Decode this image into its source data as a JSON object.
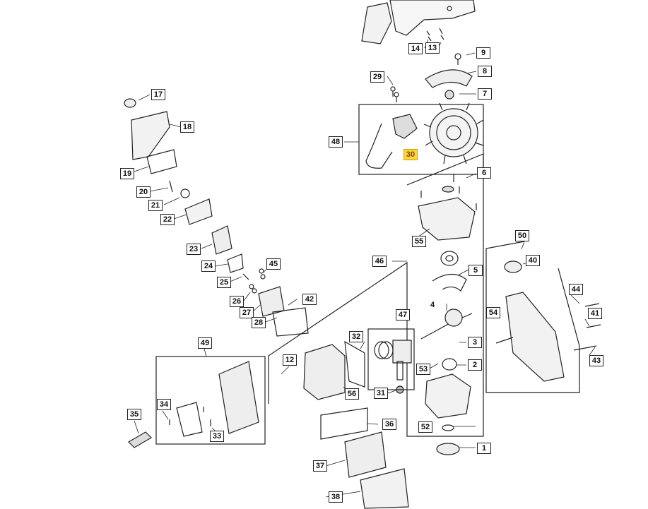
{
  "diagram": {
    "highlight_color": "#ffd43b",
    "callouts": {
      "c1": "1",
      "c2": "2",
      "c3": "3",
      "c4": "4",
      "c5": "5",
      "c6": "6",
      "c7": "7",
      "c8": "8",
      "c9": "9",
      "c12": "12",
      "c13": "13",
      "c14": "14",
      "c17": "17",
      "c18": "18",
      "c19": "19",
      "c20": "20",
      "c21": "21",
      "c22": "22",
      "c23": "23",
      "c24": "24",
      "c25": "25",
      "c26": "26",
      "c27": "27",
      "c28": "28",
      "c29": "29",
      "c30": "30",
      "c31": "31",
      "c32": "32",
      "c33": "33",
      "c34": "34",
      "c35": "35",
      "c36": "36",
      "c37": "37",
      "c38": "38",
      "c40": "40",
      "c41": "41",
      "c42": "42",
      "c43": "43",
      "c44": "44",
      "c45": "45",
      "c46": "46",
      "c47": "47",
      "c48": "48",
      "c49": "49",
      "c50": "50",
      "c52": "52",
      "c53": "53",
      "c54": "54",
      "c55": "55",
      "c56": "56"
    }
  }
}
